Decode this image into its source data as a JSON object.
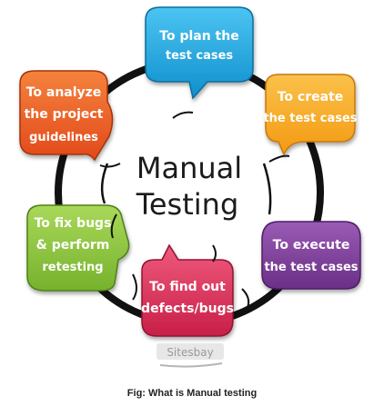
{
  "diagram": {
    "center": {
      "line1": "Manual",
      "line2": "Testing"
    },
    "bubbles": [
      {
        "id": "plan",
        "lines": [
          "To plan the",
          "test cases"
        ],
        "color": "#1aa6e0"
      },
      {
        "id": "create",
        "lines": [
          "To create",
          "the test cases"
        ],
        "color": "#f7a21b"
      },
      {
        "id": "execute",
        "lines": [
          "To execute",
          "the test cases"
        ],
        "color": "#7b3f98"
      },
      {
        "id": "find",
        "lines": [
          "To find out",
          "defects/bugs"
        ],
        "color": "#e0305a"
      },
      {
        "id": "fix",
        "lines": [
          "To fix bugs",
          "& perform",
          "retesting"
        ],
        "color": "#8dc63f"
      },
      {
        "id": "analyze",
        "lines": [
          "To analyze",
          "the project",
          "guidelines"
        ],
        "color": "#f26522"
      }
    ],
    "watermark": "Sitesbay"
  },
  "caption": "Fig: What is Manual testing"
}
